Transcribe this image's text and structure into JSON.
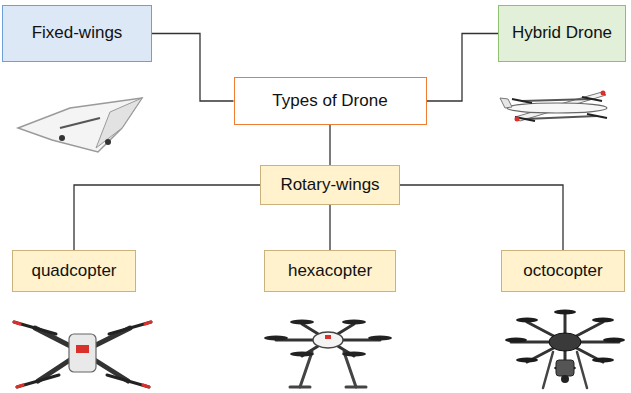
{
  "diagram": {
    "nodes": [
      {
        "text": [
          "Fixed-wings"
        ]
      },
      {
        "text": [
          "Types of Drone"
        ]
      },
      {
        "text": [
          "Hybrid Drone"
        ]
      },
      {
        "text": [
          "Rotary-wings"
        ]
      },
      {
        "text": [
          "quadcopter"
        ]
      },
      {
        "text": [
          "hexacopter"
        ]
      },
      {
        "text": [
          "octocopter"
        ]
      }
    ],
    "edges": [
      {
        "from": 1,
        "to": 0,
        "arrow": "none"
      },
      {
        "from": 1,
        "to": 2,
        "arrow": "none"
      },
      {
        "from": 1,
        "to": 3,
        "arrow": "none"
      },
      {
        "from": 3,
        "to": 4,
        "arrow": "none"
      },
      {
        "from": 3,
        "to": 5,
        "arrow": "none"
      },
      {
        "from": 3,
        "to": 6,
        "arrow": "none"
      }
    ]
  }
}
